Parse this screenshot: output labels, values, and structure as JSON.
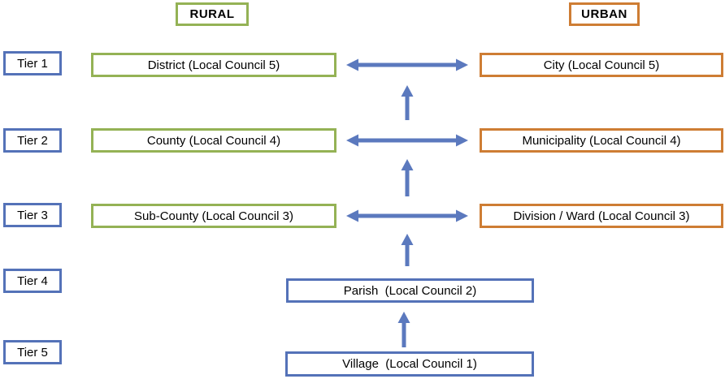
{
  "diagram": {
    "headers": {
      "rural": "RURAL",
      "urban": "URBAN"
    },
    "tiers": [
      "Tier 1",
      "Tier 2",
      "Tier 3",
      "Tier 4",
      "Tier 5"
    ],
    "rural_boxes": [
      "District (Local Council 5)",
      "County (Local Council 4)",
      "Sub-County (Local Council 3)"
    ],
    "urban_boxes": [
      "City (Local Council 5)",
      "Municipality (Local Council 4)",
      "Division / Ward (Local Council 3)"
    ],
    "shared_boxes": [
      "Parish  (Local Council 2)",
      "Village  (Local Council 1)"
    ],
    "arrows": {
      "horizontal_double_arrows": 3,
      "vertical_up_arrows": 4
    },
    "colors": {
      "rural_border": "#94B255",
      "urban_border": "#CE7D34",
      "tier_border": "#5472B8",
      "arrow": "#5B79BE",
      "text": "#000000",
      "background": "#FFFFFF"
    }
  }
}
